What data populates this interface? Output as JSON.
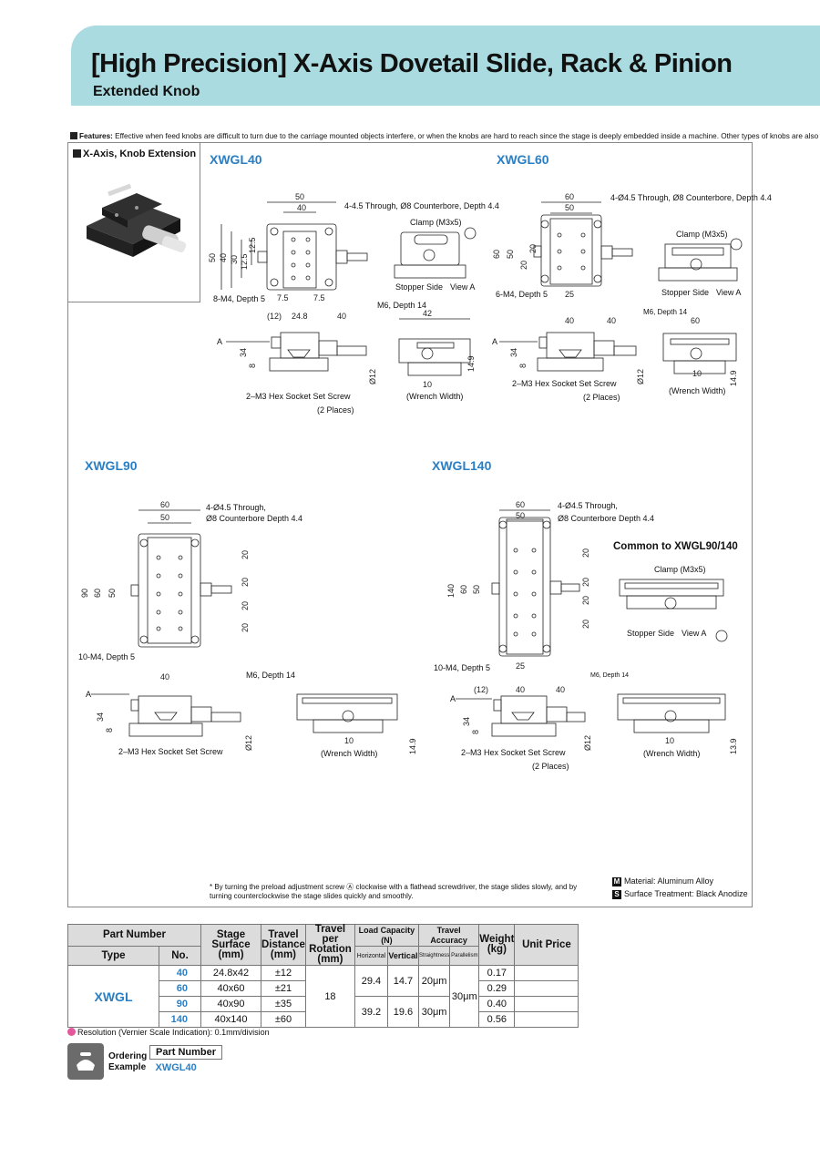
{
  "header": {
    "title": "[High Precision] X-Axis Dovetail Slide, Rack & Pinion",
    "subtitle": "Extended Knob"
  },
  "features": {
    "label": "Features:",
    "text": " Effective when feed knobs are difficult to turn due to the carriage mounted objects interfere, or when the knobs are hard to reach since the stage is deeply embedded inside a machine. Other types of knobs are also installable."
  },
  "photo_title": "X-Axis, Knob Extension",
  "models": {
    "m40": "XWGL40",
    "m60": "XWGL60",
    "m90": "XWGL90",
    "m140": "XWGL140",
    "common": "Common to XWGL90/140"
  },
  "labels": {
    "l40_hole": "4-4.5 Through, Ø8 Counterbore, Depth 4.4",
    "l40_tap": "8-M4, Depth 5",
    "l60_hole": "4-Ø4.5 Through, Ø8 Counterbore, Depth 4.4",
    "l60_tap": "6-M4, Depth 5",
    "l90_hole1": "4-Ø4.5 Through,",
    "l90_hole2": "Ø8 Counterbore Depth 4.4",
    "l90_tap": "10-M4, Depth 5",
    "l140_hole1": "4-Ø4.5 Through,",
    "l140_hole2": "Ø8 Counterbore Depth 4.4",
    "l140_tap": "10-M4, Depth 5",
    "clamp1": "Clamp (M3x5)",
    "clamp2": "Clamp (M3x5)",
    "clamp3": "Clamp (M3x5)",
    "stopper": "Stopper Side",
    "viewa": "View A",
    "m6": "M6, Depth 14",
    "m3": "2–M3 Hex Socket Set Screw",
    "places": "(2 Places)",
    "wrench": "(Wrench Width)",
    "A": "A"
  },
  "material": {
    "mat_icon": "M",
    "mat_text": "Material: Aluminum Alloy",
    "surf_icon": "S",
    "surf_text": "Surface Treatment: Black Anodize"
  },
  "note": "* By turning the preload adjustment screw Ⓐ clockwise with a flathead screwdriver, the stage slides slowly, and by turning counterclockwise the stage slides quickly and smoothly.",
  "table": {
    "h_part": "Part Number",
    "h_type": "Type",
    "h_no": "No.",
    "h_stage": "Stage Surface (mm)",
    "h_travel": "Travel Distance (mm)",
    "h_rot": "Travel per Rotation (mm)",
    "h_load": "Load Capacity (N)",
    "h_horiz": "Horizontal",
    "h_vert": "Vertical",
    "h_acc": "Travel Accuracy",
    "h_straight": "Straightness",
    "h_parallel": "Parallelism",
    "h_weight": "Weight (kg)",
    "h_price": "Unit Price",
    "type": "XWGL",
    "rot": "18",
    "parallel": "30μm",
    "rows": [
      {
        "no": "40",
        "stage": "24.8x42",
        "travel": "±12",
        "horiz": "29.4",
        "vert": "14.7",
        "straight": "20μm",
        "weight": "0.17"
      },
      {
        "no": "60",
        "stage": "40x60",
        "travel": "±21",
        "weight": "0.29"
      },
      {
        "no": "90",
        "stage": "40x90",
        "travel": "±35",
        "horiz": "39.2",
        "vert": "19.6",
        "straight": "30μm",
        "weight": "0.40"
      },
      {
        "no": "140",
        "stage": "40x140",
        "travel": "±60",
        "weight": "0.56"
      }
    ]
  },
  "resolution": "Resolution (Vernier Scale Indication): 0.1mm/division",
  "ordering": {
    "label1": "Ordering",
    "label2": "Example",
    "part_header": "Part Number",
    "part_value": "XWGL40"
  }
}
